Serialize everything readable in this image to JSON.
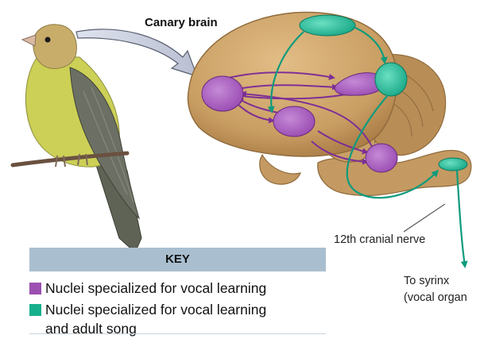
{
  "title": "Canary brain",
  "labels": {
    "nerve": "12th cranial nerve",
    "syrinx_line1": "To syrinx",
    "syrinx_line2": "(vocal organ"
  },
  "key": {
    "title": "KEY",
    "items": [
      {
        "line1": "Nuclei specialized for vocal learning",
        "line2": "",
        "color": "#9b4fb0"
      },
      {
        "line1": "Nuclei specialized for vocal learning",
        "line2": "and adult song",
        "color": "#17b08c"
      }
    ]
  },
  "colors": {
    "brain": "#c49a62",
    "purple_pathway": "#8a3f9e",
    "teal_pathway": "#0f9b7c",
    "bird_body": "#c9cf53",
    "pointer_arrow": "#c8cddc"
  }
}
